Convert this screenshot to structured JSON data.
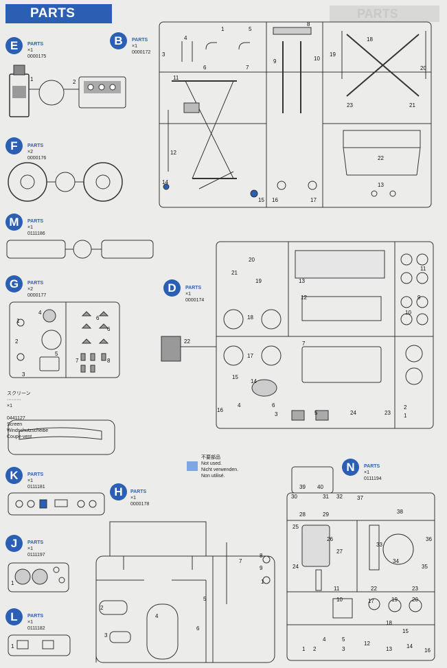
{
  "header": {
    "title": "PARTS"
  },
  "sections": {
    "E": {
      "letter": "E",
      "title": "PARTS",
      "qty": "×1",
      "code": "0000175",
      "nums": [
        "1",
        "2"
      ]
    },
    "B": {
      "letter": "B",
      "title": "PARTS",
      "qty": "×1",
      "code": "0000172",
      "nums": [
        "1",
        "5",
        "4",
        "3",
        "6",
        "7",
        "8",
        "9",
        "10",
        "11",
        "12",
        "13",
        "14",
        "15",
        "16",
        "17",
        "18",
        "19",
        "20",
        "21",
        "22",
        "23"
      ]
    },
    "F": {
      "letter": "F",
      "title": "PARTS",
      "qty": "×2",
      "code": "0000176"
    },
    "M": {
      "letter": "M",
      "title": "PARTS",
      "qty": "×1",
      "code": "0111186"
    },
    "G": {
      "letter": "G",
      "title": "PARTS",
      "qty": "×2",
      "code": "0000177",
      "nums": [
        "1",
        "4",
        "6",
        "2",
        "6",
        "5",
        "7",
        "8",
        "3"
      ]
    },
    "D": {
      "letter": "D",
      "title": "PARTS",
      "qty": "×1",
      "code": "0000174",
      "nums": [
        "20",
        "21",
        "19",
        "13",
        "12",
        "11",
        "9",
        "10",
        "18",
        "22",
        "17",
        "7",
        "15",
        "14",
        "16",
        "6",
        "4",
        "3",
        "5",
        "24",
        "23",
        "2",
        "1"
      ]
    },
    "K": {
      "letter": "K",
      "title": "PARTS",
      "qty": "×1",
      "code": "0111181"
    },
    "H": {
      "letter": "H",
      "title": "PARTS",
      "qty": "×1",
      "code": "0000178",
      "nums": [
        "7",
        "8",
        "9",
        "1",
        "2",
        "3",
        "4",
        "5",
        "6"
      ]
    },
    "J": {
      "letter": "J",
      "title": "PARTS",
      "qty": "×1",
      "code": "0111197",
      "nums": [
        "1"
      ]
    },
    "L": {
      "letter": "L",
      "title": "PARTS",
      "qty": "×1",
      "code": "0111182",
      "nums": [
        "1"
      ]
    },
    "N": {
      "letter": "N",
      "title": "PARTS",
      "qty": "×1",
      "code": "0111194",
      "nums": [
        "39",
        "40",
        "30",
        "31",
        "32",
        "37",
        "38",
        "28",
        "29",
        "25",
        "26",
        "27",
        "33",
        "34",
        "36",
        "35",
        "24",
        "22",
        "23",
        "11",
        "10",
        "17",
        "19",
        "20",
        "18",
        "12",
        "13",
        "14",
        "15",
        "16",
        "1",
        "2",
        "3",
        "4",
        "5"
      ]
    }
  },
  "screen": {
    "label": "スクリーン",
    "qty": "×1",
    "code": "0441127",
    "names": [
      "Screen",
      "Windschutzscheibe",
      "Coupe-vent"
    ]
  },
  "unused_note": {
    "label_jp": "不要部品",
    "lines": [
      "Not used.",
      "Nicht verwenden.",
      "Non utilisé."
    ],
    "color": "#7ea6e0"
  },
  "colors": {
    "accent": "#2b5fb4"
  }
}
